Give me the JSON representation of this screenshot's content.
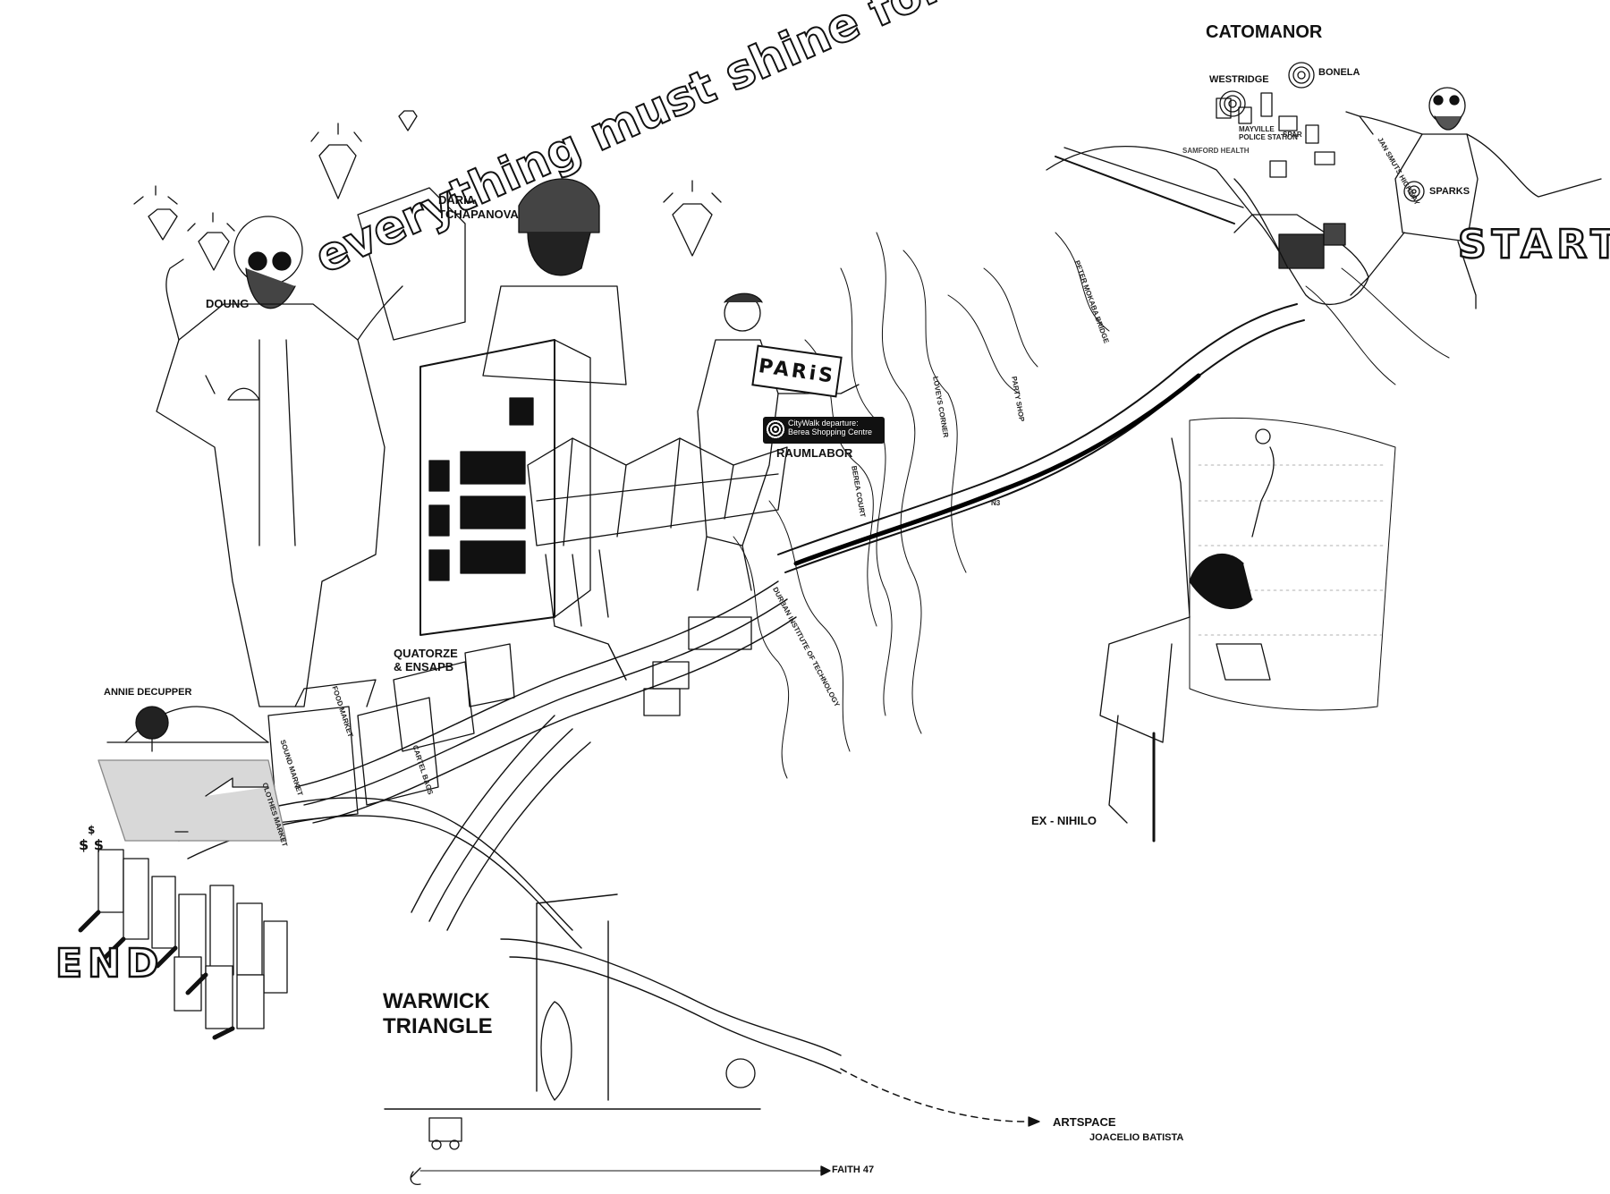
{
  "places": {
    "catomanor": "CATOMANOR",
    "westridge": "WESTRIDGE",
    "bonela": "BONELA",
    "mayville": "MAYVILLE\nPOLICE STATION",
    "samford": "SAMFORD HEALTH",
    "spar": "SPAR",
    "sparks": "SPARKS",
    "warwick": "WARWICK\nTRIANGLE",
    "artspace": "ARTSPACE",
    "faith": "FAITH 47",
    "berea_court": "BEREA COURT",
    "durban_tech": "DURBAN INSTITUTE OF TECHNOLOGY",
    "peter_mokaba": "PETER MOKABA BRIDGE",
    "loveys": "LOVEYS CORNER",
    "party_shop": "PARTY SHOP",
    "n3": "N3",
    "sound_market": "SOUND MARKET",
    "clothes_market": "CLOTHES MARKET",
    "food_market": "FOOD MARKET",
    "cartel_bags": "CARTEL BAGS",
    "jan_smuts": "JAN SMUTS HIGHWAY"
  },
  "people": {
    "doung": "DOUNG",
    "daria": "DARIA\nTCHAPANOVA",
    "raumlabor": "RAUMLABOR",
    "quatorze": "QUATORZE\n& ENSAPB",
    "annie": "ANNIE DECUPPER",
    "exnihilo": "EX - NIHILO",
    "joacelio": "JOACELIO BATISTA"
  },
  "route": {
    "start": "START",
    "end": "END",
    "departure_line1": "CityWalk departure:",
    "departure_line2": "Berea Shopping Centre"
  },
  "artwork": {
    "slogan": "everything must shine for me",
    "sign": "PARiS"
  }
}
